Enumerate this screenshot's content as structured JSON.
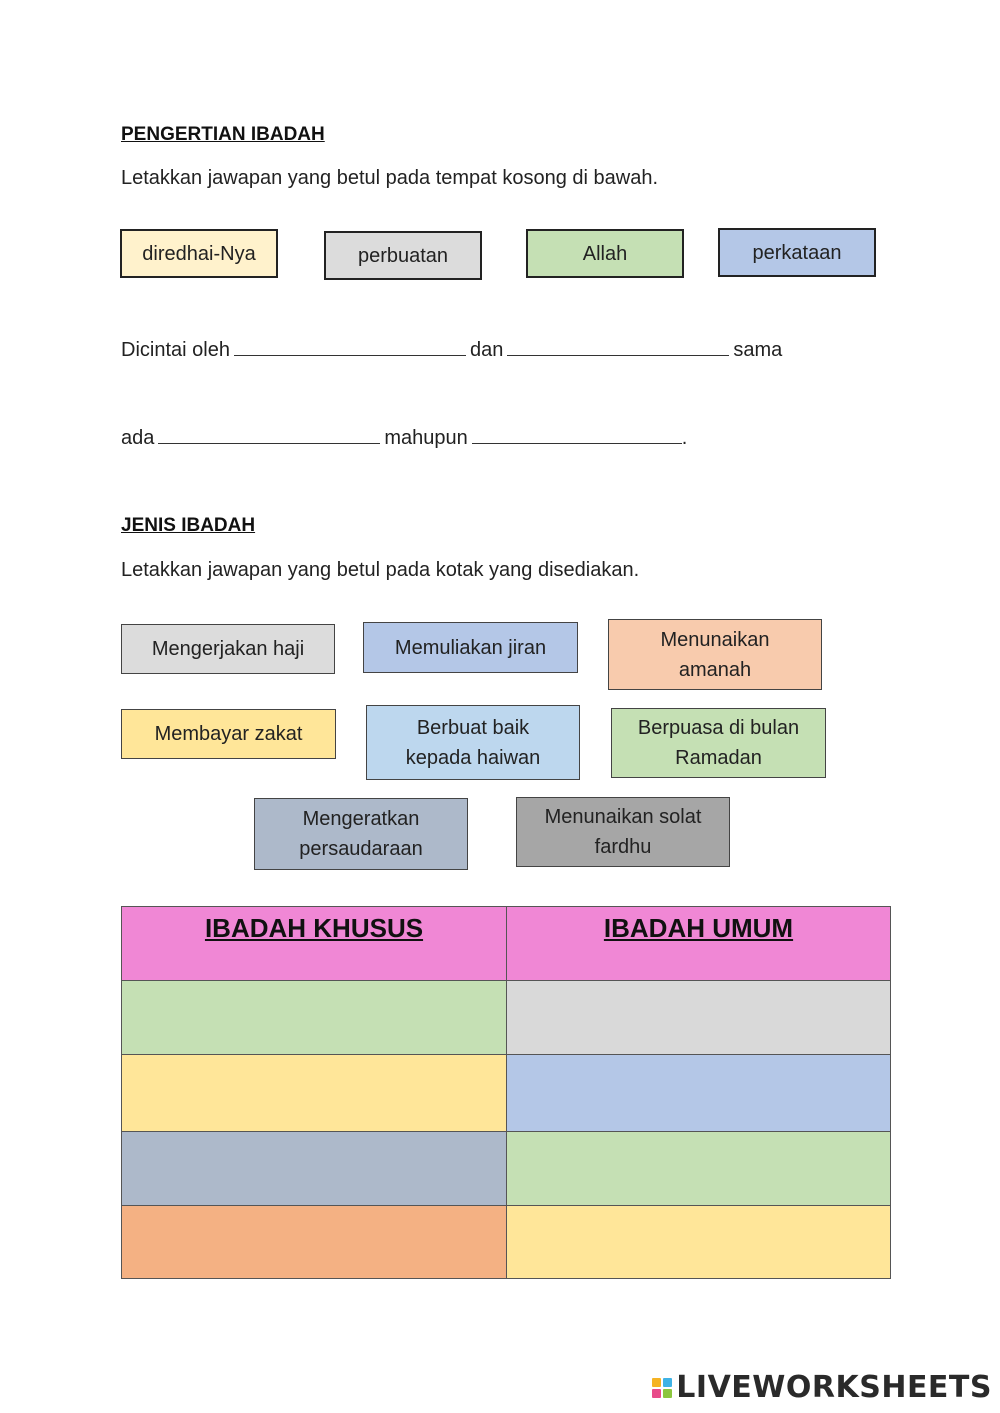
{
  "section1": {
    "heading": "PENGERTIAN IBADAH",
    "instruction": "Letakkan jawapan yang betul pada tempat kosong di bawah.",
    "tiles": [
      {
        "label": "diredhai-Nya",
        "color": "#FFF2CC"
      },
      {
        "label": "perbuatan",
        "color": "#DCDCDC"
      },
      {
        "label": "Allah",
        "color": "#C5E0B4"
      },
      {
        "label": "perkataan",
        "color": "#B4C7E7"
      }
    ],
    "sentence": {
      "line1_part1": "Dicintai oleh",
      "line1_part2": "dan",
      "line1_part3": "sama",
      "line2_part1": "ada",
      "line2_part2": "mahupun",
      "line2_part3": "."
    }
  },
  "section2": {
    "heading": "JENIS IBADAH",
    "instruction": "Letakkan jawapan yang betul pada kotak yang disediakan.",
    "tiles": [
      {
        "label": "Mengerjakan haji",
        "color": "#DCDCDC"
      },
      {
        "label": "Memuliakan jiran",
        "color": "#B4C7E7"
      },
      {
        "label": "Menunaikan amanah",
        "color": "#F8CBAD"
      },
      {
        "label": "Membayar zakat",
        "color": "#FFE699"
      },
      {
        "label": "Berbuat baik kepada haiwan",
        "color": "#BDD7EE"
      },
      {
        "label": "Berpuasa di bulan Ramadan",
        "color": "#C5E0B4"
      },
      {
        "label": "Mengeratkan persaudaraan",
        "color": "#ADB9CA"
      },
      {
        "label": "Menunaikan solat fardhu",
        "color": "#A6A6A6"
      }
    ],
    "table": {
      "header_left": "IBADAH KHUSUS",
      "header_right": "IBADAH UMUM",
      "header_color": "#F087D5",
      "left_colors": [
        "#C5E0B4",
        "#FFE699",
        "#ADB9CA",
        "#F4B183"
      ],
      "right_colors": [
        "#D9D9D9",
        "#B4C7E7",
        "#C5E0B4",
        "#FFE699"
      ]
    }
  },
  "footer": {
    "logo_text": "LIVEWORKSHEETS"
  }
}
